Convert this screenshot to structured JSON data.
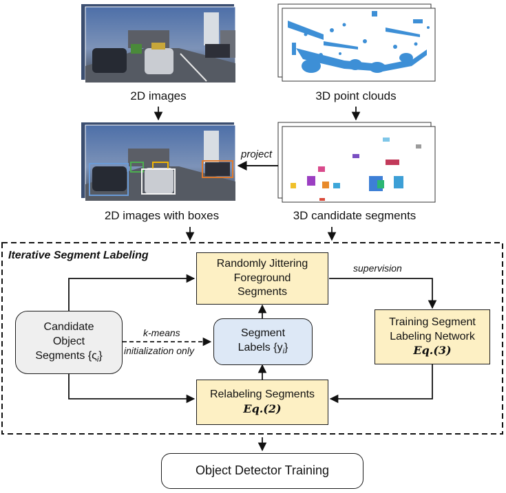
{
  "inputs": {
    "images_2d": "2D images",
    "point_clouds_3d": "3D point clouds",
    "images_with_boxes": "2D images with boxes",
    "candidate_segments_3d": "3D candidate segments",
    "project_label": "project"
  },
  "loop": {
    "title": "Iterative Segment Labeling",
    "jitter": [
      "Randomly Jittering",
      "Foreground",
      "Segments"
    ],
    "supervision_label": "supervision",
    "training": [
      "Training Segment",
      "Labeling Network"
    ],
    "training_eq": "Eq.(3)",
    "candidate": [
      "Candidate",
      "Object"
    ],
    "candidate_segments_text": "Segments {ς",
    "candidate_sub": "i",
    "candidate_close": "}",
    "kmeans_label": "k-means",
    "kmeans_sub": "initialization only",
    "labels_line1": "Segment",
    "labels_text": "Labels {y",
    "labels_sub": "i",
    "labels_close": "}",
    "relabel": "Relabeling Segments",
    "relabel_eq": "Eq.(2)"
  },
  "output": {
    "detector": "Object Detector Training"
  },
  "colors": {
    "yellow_box": "#fdf0c4",
    "blue_box": "#dde8f6",
    "gray_box": "#efefef",
    "points_blue": "#3d8fd6"
  }
}
